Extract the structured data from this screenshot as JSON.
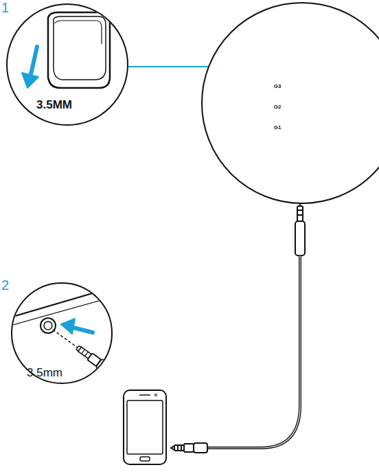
{
  "diagram": {
    "nodes": [
      {
        "text": [
          "1",
          "3.5MM"
        ]
      },
      {
        "text": [
          "G3",
          "G2",
          "G1"
        ]
      },
      {
        "text": [
          "2",
          "3.5mm"
        ]
      }
    ],
    "edges": [
      {
        "from": 0,
        "to": 1,
        "arrow": "none"
      }
    ]
  }
}
